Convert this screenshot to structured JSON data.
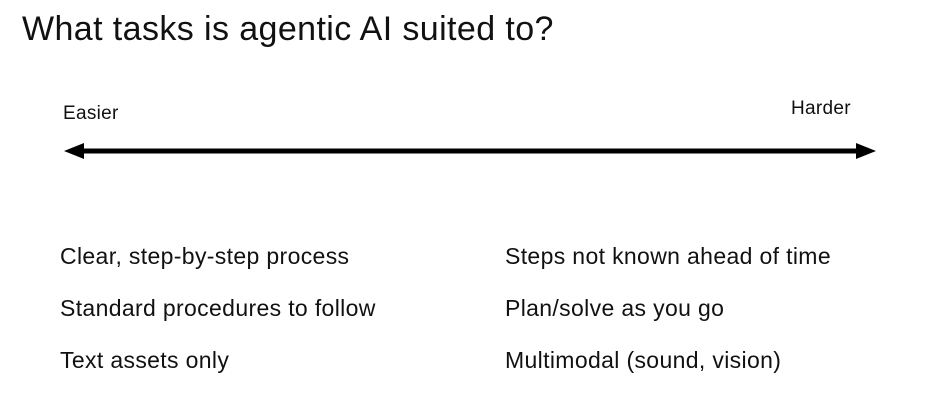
{
  "slide": {
    "title": "What tasks is agentic AI suited to?"
  },
  "spectrum": {
    "left_label": "Easier",
    "right_label": "Harder"
  },
  "columns": {
    "easier_items": [
      "Clear, step-by-step process",
      "Standard procedures to follow",
      "Text assets only"
    ],
    "harder_items": [
      "Steps not known ahead of time",
      "Plan/solve as you go",
      "Multimodal (sound, vision)"
    ]
  },
  "colors": {
    "background": "#ffffff",
    "text": "#111111",
    "arrow": "#000000"
  }
}
